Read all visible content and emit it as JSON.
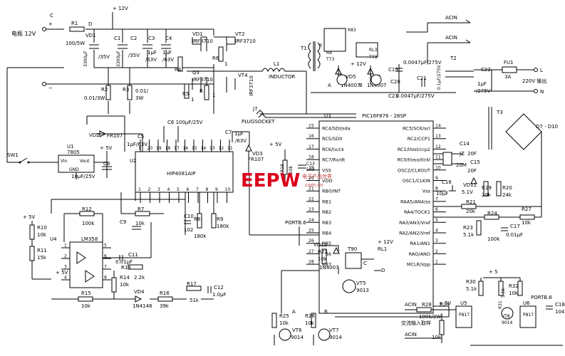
{
  "inputs": {
    "battery": "电瓶 12V",
    "plus12v_top": "+ 12V",
    "sw1": "SW1"
  },
  "power": {
    "R1": "R1",
    "R1v": "100/5W",
    "VD1": "VD1",
    "VD1v": "/35V",
    "D": "D",
    "C1": "C1",
    "C1v": "3300μF",
    "C2": "C2",
    "C2v": "/35V",
    "C2b": "3300μF",
    "C3": "C3",
    "C3v": "1μF",
    "C3b": "/63V",
    "C4": "C4",
    "C4v": "1μF",
    "C4b": "/63V",
    "R2": "R2",
    "R2v": "0.01/3W",
    "R3": "R3",
    "R3v": "0.01/",
    "R3b": "3W"
  },
  "bridge": {
    "VD1": "VD1",
    "VD1v": "IRF3710",
    "VT2": "VT2",
    "VT2v": "IRF3710",
    "R4": "R4",
    "R6": "R6",
    "R6v": "1",
    "Q3": "Q3",
    "Q3v": "IRF3710",
    "VT4": "VT4",
    "VT4v": "IRF3710",
    "R5": "R5",
    "R5v": "1",
    "R7b": "R",
    "R7bv": "1",
    "L1": "L1",
    "L1v": "INDUCTOR",
    "J7": "J7",
    "socket": "PLUGSOCKET"
  },
  "driver": {
    "U2": "U2",
    "chip": "HIP4081AIP",
    "VD2": "VD2",
    "VD2v": "FR107",
    "C5": "C5",
    "C5v": "1μF/63V",
    "C6": "C6 100μF/25V",
    "C7": "C7",
    "C7v": "1μF",
    "C7b": "/63V",
    "VD3": "VD3",
    "VD3v": "FR107",
    "R7": "R7",
    "R7v": "10k",
    "C9": "C9",
    "C10": "C10",
    "C10v": "102",
    "R8": "R8",
    "R8v": "180k",
    "R9": "R9",
    "R9v": "180k",
    "pins_top": [
      "1",
      "20",
      "19",
      "18",
      "17",
      "16",
      "15",
      "14",
      "13",
      "12",
      "11"
    ],
    "pins_bot": [
      "1",
      "2",
      "3",
      "4",
      "5",
      "6",
      "7",
      "8",
      "9",
      "10"
    ]
  },
  "reg": {
    "U1": "U1",
    "U1v": "7805",
    "Vin": "Vin",
    "Vout": "Vout",
    "GND": "GND",
    "C8": "C8",
    "C8v": "10μF/25V",
    "plus5": "+ 5V"
  },
  "opamp": {
    "R10": "R10",
    "R10v": "10k",
    "R11": "R11",
    "R11v": "15k",
    "plus5": "+ 5V",
    "plus5b": "+ 5V",
    "U4": "U4",
    "U4v": "LM358",
    "R12": "R12",
    "R12v": "100k",
    "C11": "C11",
    "C11v": "0.01μF",
    "R13": "R13",
    "R13v": "2.2k",
    "R14": "R14",
    "R14v": "10k",
    "R15": "R15",
    "R15v": "10k",
    "VD4": "VD4",
    "VD4v": "1N4148",
    "R16": "R16",
    "R16v": "39k",
    "R17": "R17",
    "R17v": "51k",
    "C12": "C12",
    "C12v": "1.0μF",
    "pins": [
      "1",
      "2",
      "3",
      "4",
      "5",
      "6",
      "7",
      "8"
    ]
  },
  "mcu": {
    "U3": "U3",
    "chip": "PIC16F876 - 28SP",
    "left": [
      "RC4/SDI/sda",
      "RC5/SD0",
      "RC6/tx/ck",
      "RC7/Rx/dt",
      "VSS",
      "VDD",
      "RB0/INT",
      "RB1",
      "RB2",
      "RB3",
      "RB4",
      "RB5",
      "RB6",
      "RB7"
    ],
    "left_pins": [
      "15",
      "16",
      "17",
      "18",
      "19",
      "20",
      "21",
      "22",
      "23",
      "24",
      "25",
      "26",
      "27",
      "28"
    ],
    "right": [
      "RC3/SCK/scl",
      "RC2/CCP1",
      "RC1/tlosl/ccp2",
      "RC0/tloso/tlckl",
      "OSC2/CLKOUT",
      "OSC1/CLKIN",
      "Vss",
      "RAA5/AN4/ss",
      "RA4/TOCK1",
      "RA3/AN3/Vref",
      "RA2/AN2/Vref",
      "RA1/AN1",
      "RAO/ANO",
      "MCLR/Vpp"
    ],
    "right_pins": [
      "14",
      "13",
      "12",
      "11",
      "10",
      "9",
      "8",
      "7",
      "6",
      "5",
      "4",
      "3",
      "2",
      "1"
    ],
    "R18": "R18",
    "R18v": "10k",
    "C13": "C13",
    "C13v": "103",
    "plus5": "+ 5V",
    "portb": "PORTB.6",
    "plus5b": "+ 5V"
  },
  "osc": {
    "C14": "C14",
    "C14v": "20F",
    "JZ": "JZ",
    "JZv": "20M",
    "C15": "C15",
    "C15v": "20F"
  },
  "sense": {
    "C16": "C16",
    "C16v": "10μF",
    "VD11": "VD11",
    "VD11v": "5.1V",
    "R19": "R19",
    "R19v": "20k",
    "R20": "R20",
    "R20v": "24k",
    "R21": "R21",
    "R21v": "20k",
    "R23": "R23",
    "R23v": "5.1k",
    "R24": "R24",
    "R24v": "100k",
    "C17": "C17",
    "C17v": "0.01μF",
    "R27": "R27",
    "R27v": "10k"
  },
  "relay": {
    "VD12": "VD12",
    "VD12v": "1N4007",
    "T90": "T90",
    "plus12": "+ 12V",
    "RL1": "RL1",
    "R22": "R22",
    "R22v": "10k",
    "VT5": "VT5",
    "VT5v": "9013",
    "C": "C",
    "D": "D"
  },
  "drivers": {
    "R25": "R25",
    "R25v": "10k",
    "VT6": "VT6",
    "VT6v": "9014",
    "R26": "R26",
    "R26v": "10k",
    "VT7": "VT7",
    "VT7v": "9014",
    "A": "A",
    "B": "B"
  },
  "output": {
    "ACIN1": "ACIN",
    "ACIN2": "ACIN",
    "T1": "T1",
    "T2": "T2",
    "T3": "T3",
    "R81": "R8",
    "R81b": "T73",
    "R83": "R83",
    "R8b": "R",
    "RL3": "RL3",
    "RL3b": "T73",
    "plus12": "+ 12V",
    "VD5": "VD5",
    "VD5v": "1N4007",
    "VD6": "VD6",
    "VD6v": "1N4007",
    "A": "A",
    "B": "B",
    "C19": "C19",
    "C19v": "0.0047μF/275V",
    "C20": "C20",
    "C21": "C21",
    "C21v": "0.1μF/275V",
    "C23": "C23",
    "C23v": "0.0047μF/275V",
    "C22": "C22",
    "C22v": "1μF",
    "C22b": "/275V",
    "FU1": "FU1",
    "FU1v": "3A",
    "L": "L",
    "N": "N",
    "out220": "220V 输出",
    "bridge": "D7 - D10"
  },
  "acsense": {
    "ACIN_a": "ACIN",
    "R28": "R28",
    "R28v": "100k/2W",
    "R29": "R29",
    "R29v": "10k",
    "label": "交流输入取样",
    "ACIN_b": "ACIN",
    "U5": "U5",
    "U5v": "P817",
    "R30": "R30",
    "R30v": "5.1k",
    "R31": "R31",
    "R31v": "5.1k",
    "R32": "R32",
    "R32v": "10k",
    "plus5": "+ 5",
    "VT8": "VT8",
    "VT8v": "9014",
    "U6": "U6",
    "U6v": "P817",
    "C18": "C18",
    "C18v": "104"
  },
  "watermark": {
    "logo": "EEPW",
    "domain": ".com.cn",
    "cn": "电子产品世界"
  }
}
